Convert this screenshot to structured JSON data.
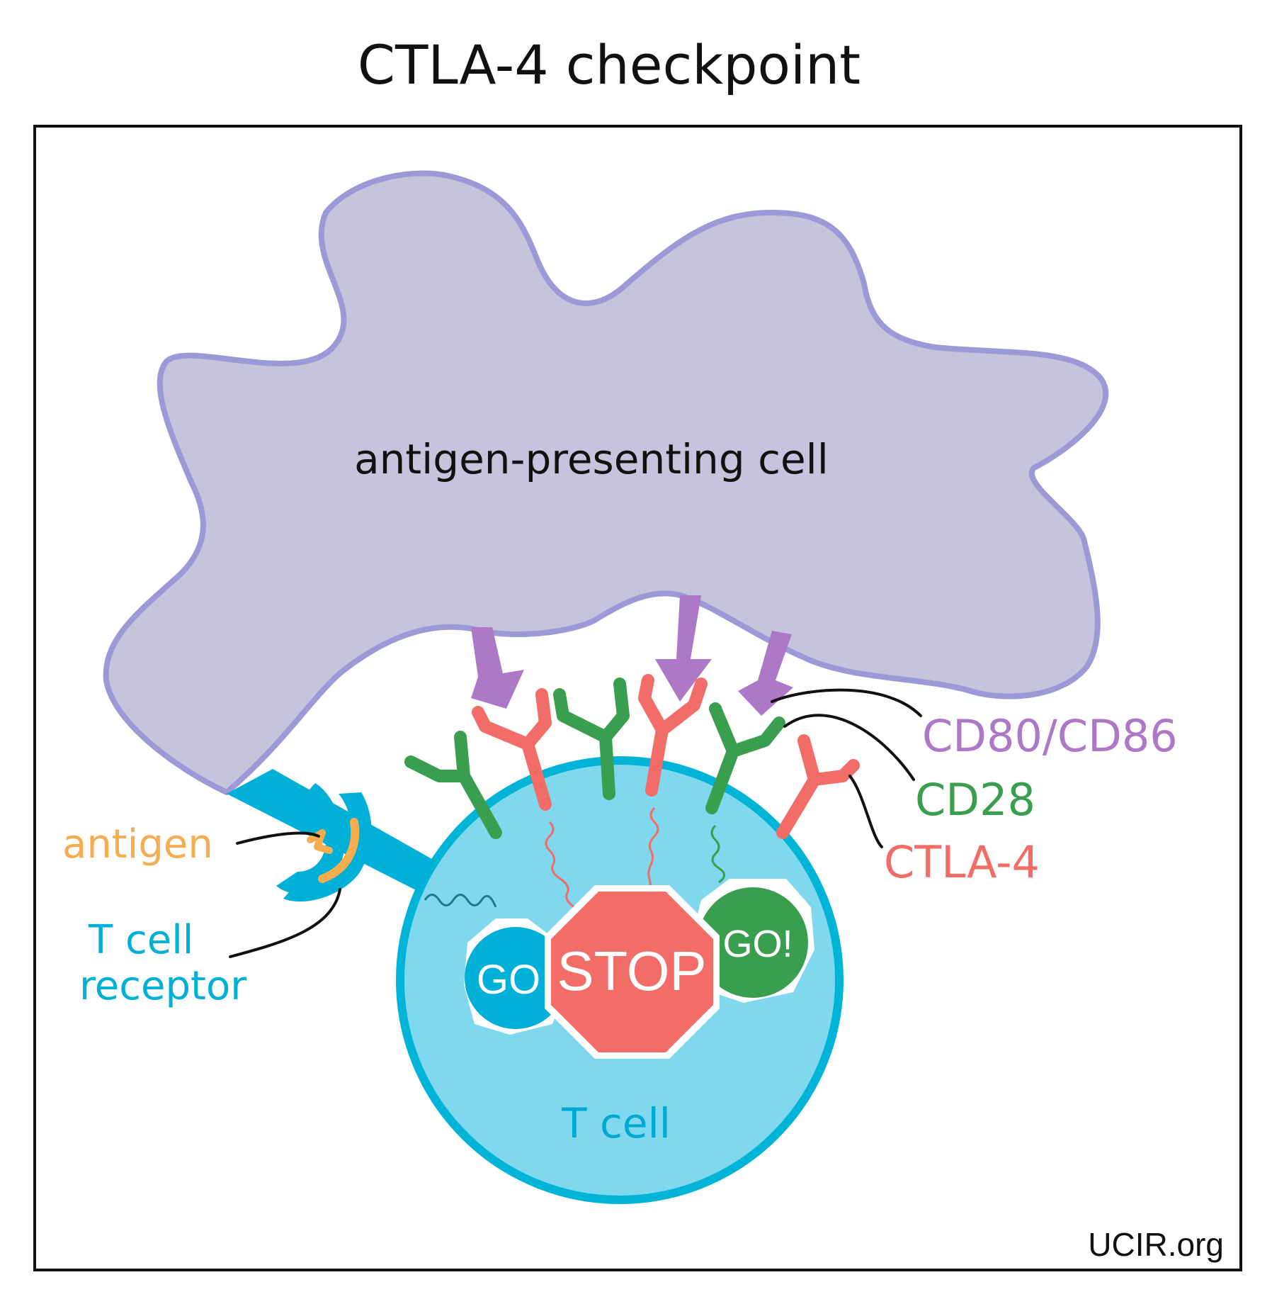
{
  "title": "CTLA-4 checkpoint",
  "cells": {
    "apc_label": "antigen-presenting cell",
    "tcell_label": "T cell"
  },
  "labels": {
    "cd80_cd86": "CD80/CD86",
    "cd28": "CD28",
    "ctla4": "CTLA-4",
    "antigen": "antigen",
    "tcr_line1": "T cell",
    "tcr_line2": "receptor"
  },
  "signals": {
    "go_left": "GO",
    "stop": "STOP",
    "go_right": "GO!"
  },
  "credit": "UCIR.org",
  "colors": {
    "apc_fill": "#c6c4dc",
    "apc_outline": "#9b9ad6",
    "tcell_fill": "#80d8ee",
    "tcell_outline": "#00b4d8",
    "cd80_cd86": "#ad78c6",
    "cd28": "#3a9e4f",
    "ctla4": "#f26d67",
    "antigen": "#f5ad4f",
    "tcr": "#00b0d6"
  }
}
